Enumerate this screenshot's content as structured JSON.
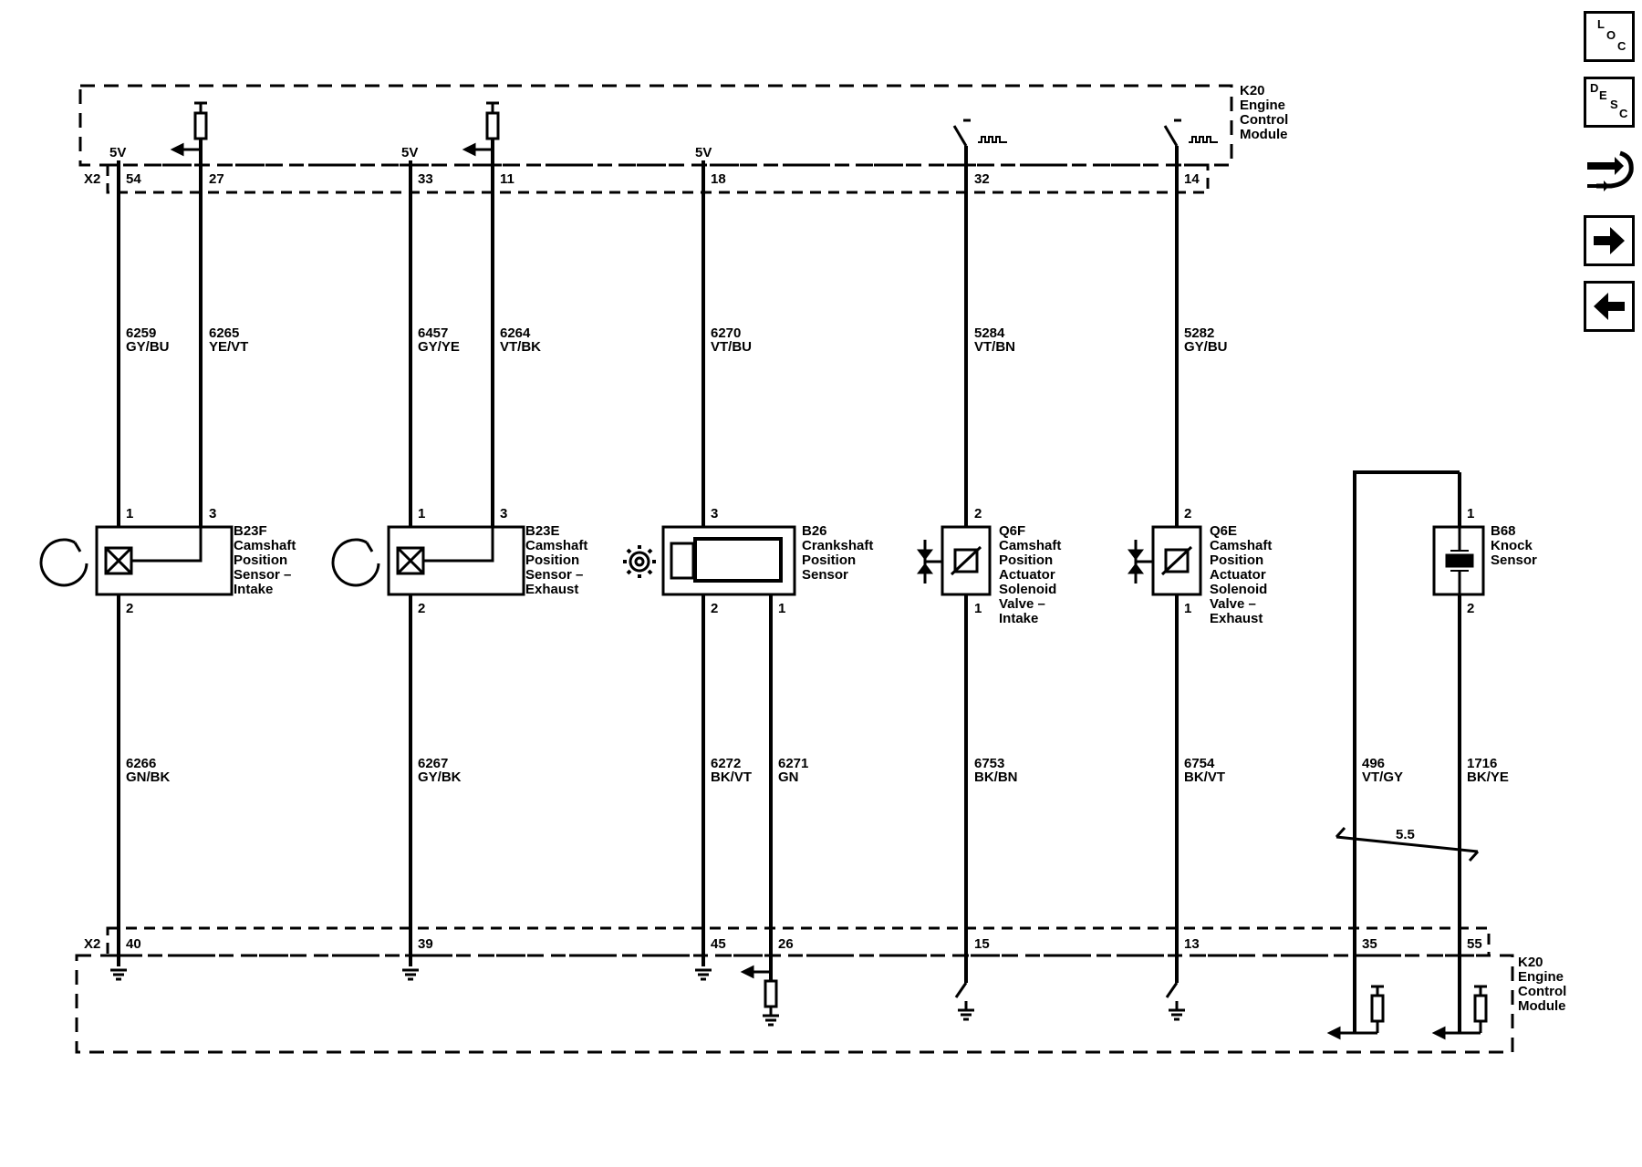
{
  "module": {
    "lines": [
      "K20",
      "Engine",
      "Control",
      "Module"
    ]
  },
  "connector": "X2",
  "voltage": "5V",
  "top_pins": [
    "54",
    "27",
    "33",
    "11",
    "18",
    "32",
    "14"
  ],
  "bottom_pins": [
    "40",
    "39",
    "45",
    "26",
    "15",
    "13",
    "35",
    "55"
  ],
  "wires_upper": [
    {
      "num": "6259",
      "color": "GY/BU"
    },
    {
      "num": "6265",
      "color": "YE/VT"
    },
    {
      "num": "6457",
      "color": "GY/YE"
    },
    {
      "num": "6264",
      "color": "VT/BK"
    },
    {
      "num": "6270",
      "color": "VT/BU"
    },
    {
      "num": "5284",
      "color": "VT/BN"
    },
    {
      "num": "5282",
      "color": "GY/BU"
    }
  ],
  "wires_lower": [
    {
      "num": "6266",
      "color": "GN/BK"
    },
    {
      "num": "6267",
      "color": "GY/BK"
    },
    {
      "num": "6272",
      "color": "BK/VT"
    },
    {
      "num": "6271",
      "color": "GN"
    },
    {
      "num": "6753",
      "color": "BK/BN"
    },
    {
      "num": "6754",
      "color": "BK/VT"
    },
    {
      "num": "496",
      "color": "VT/GY"
    },
    {
      "num": "1716",
      "color": "BK/YE"
    }
  ],
  "components": [
    {
      "id": "B23F",
      "lines": [
        "Camshaft",
        "Position",
        "Sensor –",
        "Intake"
      ],
      "pins": [
        "1",
        "3",
        "2"
      ]
    },
    {
      "id": "B23E",
      "lines": [
        "Camshaft",
        "Position",
        "Sensor –",
        "Exhaust"
      ],
      "pins": [
        "1",
        "3",
        "2"
      ]
    },
    {
      "id": "B26",
      "lines": [
        "Crankshaft",
        "Position",
        "Sensor"
      ],
      "pins": [
        "3",
        "2",
        "1"
      ]
    },
    {
      "id": "Q6F",
      "lines": [
        "Camshaft",
        "Position",
        "Actuator",
        "Solenoid",
        "Valve –",
        "Intake"
      ],
      "pins": [
        "2",
        "1"
      ]
    },
    {
      "id": "Q6E",
      "lines": [
        "Camshaft",
        "Position",
        "Actuator",
        "Solenoid",
        "Valve –",
        "Exhaust"
      ],
      "pins": [
        "2",
        "1"
      ]
    },
    {
      "id": "B68",
      "lines": [
        "Knock",
        "Sensor"
      ],
      "pins": [
        "1",
        "2"
      ]
    }
  ],
  "twist_label": "5.5",
  "nav": {
    "loc": {
      "l": "L",
      "o": "O",
      "c": "C"
    },
    "desc": {
      "d": "D",
      "e": "E",
      "s": "S",
      "c": "C"
    }
  }
}
